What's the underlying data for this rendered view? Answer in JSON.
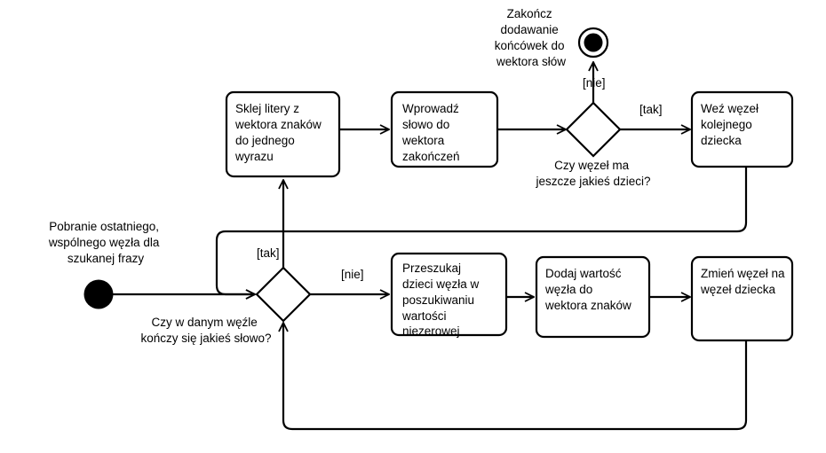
{
  "diagram": {
    "start_caption": [
      "Pobranie ostatniego,",
      "wspólnego węzła dla",
      "szukanej frazy"
    ],
    "end_caption": [
      "Zakończ",
      "dodawanie",
      "końcówek do",
      "wektora słów"
    ],
    "decisions": {
      "word_ends": {
        "label": [
          "Czy w danym węźle",
          "kończy się jakieś słowo?"
        ],
        "yes": "[tak]",
        "no": "[nie]"
      },
      "has_children": {
        "label": [
          "Czy węzeł ma",
          "jeszcze jakieś dzieci?"
        ],
        "yes": "[tak]",
        "no": "[nie]"
      }
    },
    "actions": {
      "glue_letters": [
        "Sklej litery z",
        "wektora znaków",
        "do jednego",
        "wyrazu"
      ],
      "insert_word": [
        "Wprowadź",
        "słowo do",
        "wektora",
        "zakończeń"
      ],
      "take_next_child": [
        "Weź węzeł",
        "kolejnego",
        "dziecka"
      ],
      "search_children": [
        "Przeszukaj",
        "dzieci węzła w",
        "poszukiwaniu",
        "wartości",
        "niezerowej"
      ],
      "add_value": [
        "Dodaj wartość",
        "węzła do",
        "wektora znaków"
      ],
      "change_node": [
        "Zmień węzeł na",
        "węzeł dziecka"
      ]
    }
  }
}
